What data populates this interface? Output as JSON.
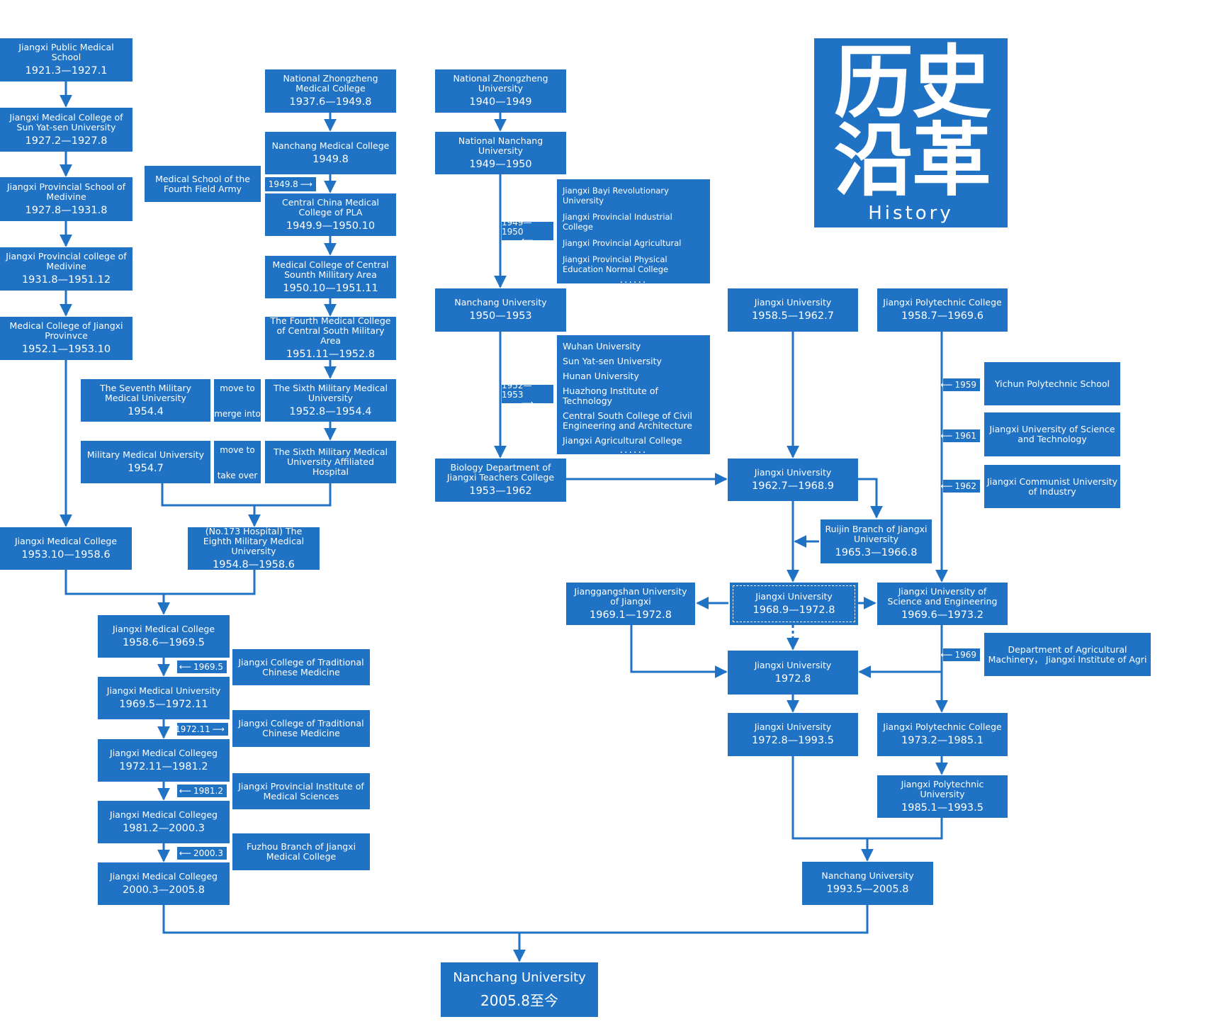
{
  "title": {
    "chinese": "历史\n沿革",
    "english": "History"
  },
  "colors": {
    "box": "#1f72c4",
    "line": "#1f72c4",
    "background": "#ffffff"
  },
  "boxes": {
    "jpms": {
      "name": "Jiangxi Public Medical School",
      "date": "1921.3—1927.1"
    },
    "jmcsy": {
      "name": "Jiangxi Medical College of Sun Yat-sen University",
      "date": "1927.2—1927.8"
    },
    "jpsm": {
      "name": "Jiangxi Provincial School of Medivine",
      "date": "1927.8—1931.8"
    },
    "jpcm": {
      "name": "Jiangxi Provincial college of Medivine",
      "date": "1931.8—1951.12"
    },
    "mcjp": {
      "name": "Medical College of Jiangxi Provinvce",
      "date": "1952.1—1953.10"
    },
    "jmc1": {
      "name": "Jiangxi Medical College",
      "date": "1953.10—1958.6"
    },
    "nzmc": {
      "name": "National Zhongzheng Medical College",
      "date": "1937.6—1949.8"
    },
    "nmc": {
      "name": "Nanchang Medical College",
      "date": "1949.8"
    },
    "msffa": {
      "name": "Medical School of the Fourth Field Army",
      "date": ""
    },
    "ccmc": {
      "name": "Central China Medical College of PLA",
      "date": "1949.9—1950.10"
    },
    "mccs": {
      "name": "Medical College of Central Sounth Millitary Area",
      "date": "1950.10—1951.11"
    },
    "fourth": {
      "name": "The Fourth Medical College of Central South Military Area",
      "date": "1951.11—1952.8"
    },
    "sixth": {
      "name": "The Sixth Military Medical University",
      "date": "1952.8—1954.4"
    },
    "seventh": {
      "name": "The Seventh Military Medical University",
      "date": "1954.4"
    },
    "mmu": {
      "name": "Military Medical University",
      "date": "1954.7"
    },
    "sixthhosp": {
      "name": "The Sixth Military Medical University Affiliated Hospital",
      "date": ""
    },
    "eighth": {
      "name": "(No.173 Hospital) The Eighth Military Medical University",
      "date": "1954.8—1958.6"
    },
    "jmc2": {
      "name": "Jiangxi Medical College",
      "date": "1958.6—1969.5"
    },
    "jmu": {
      "name": "Jiangxi Medical University",
      "date": "1969.5—1972.11"
    },
    "jmcg1": {
      "name": "Jiangxi Medical Collegeg",
      "date": "1972.11—1981.2"
    },
    "jmcg2": {
      "name": "Jiangxi Medical Collegeg",
      "date": "1981.2—2000.3"
    },
    "jmcg3": {
      "name": "Jiangxi Medical Collegeg",
      "date": "2000.3—2005.8"
    },
    "jctcm1": {
      "name": "Jiangxi College of  Traditional Chinese Medicine",
      "date": ""
    },
    "jctcm2": {
      "name": "Jiangxi College of  Traditional Chinese Medicine",
      "date": ""
    },
    "jpims": {
      "name": "Jiangxi Provincial Institute of Medical Sciences",
      "date": ""
    },
    "fuzhou": {
      "name": "Fuzhou Branch of Jiangxi Medical College",
      "date": ""
    },
    "nzu": {
      "name": "National Zhongzheng University",
      "date": "1940—1949"
    },
    "nnu": {
      "name": "National Nanchang University",
      "date": "1949—1950"
    },
    "ncu1": {
      "name": "Nanchang University",
      "date": "1950—1953"
    },
    "bio": {
      "name": "Biology Department of Jiangxi  Teachers College",
      "date": "1953—1962"
    },
    "ju1": {
      "name": "Jiangxi University",
      "date": "1958.5—1962.7"
    },
    "jpc1": {
      "name": "Jiangxi Polytechnic College",
      "date": "1958.7—1969.6"
    },
    "ju2": {
      "name": "Jiangxi University",
      "date": "1962.7—1968.9"
    },
    "ruijin": {
      "name": "Ruijin Branch of Jiangxi University",
      "date": "1965.3—1966.8"
    },
    "jgs": {
      "name": "Jianggangshan University of Jiangxi",
      "date": "1969.1—1972.8"
    },
    "ju3": {
      "name": "Jiangxi University",
      "date": "1968.9—1972.8"
    },
    "juse": {
      "name": "Jiangxi University of Science and Engineering",
      "date": "1969.6—1973.2"
    },
    "ju4": {
      "name": "Jiangxi University",
      "date": "1972.8"
    },
    "ju5": {
      "name": "Jiangxi University",
      "date": "1972.8—1993.5"
    },
    "jpc2": {
      "name": "Jiangxi Polytechnic College",
      "date": "1973.2—1985.1"
    },
    "jpu": {
      "name": "Jiangxi Polytechnic University",
      "date": "1985.1—1993.5"
    },
    "ncu2": {
      "name": "Nanchang University",
      "date": "1993.5—2005.8"
    },
    "yichun": {
      "name": "Yichun Polytechnic School",
      "date": ""
    },
    "just": {
      "name": "Jiangxi University of Science and Technology",
      "date": ""
    },
    "jcui": {
      "name": "Jiangxi Communist University  of Industry",
      "date": ""
    },
    "dam": {
      "name": "Department of Agricultural Machinery，  Jiangxi Institute of Agri",
      "date": ""
    },
    "final": {
      "name": "Nanchang University",
      "date": "2005.8至今"
    }
  },
  "lists": {
    "list1": [
      "Jiangxi Bayi Revolutionary University",
      "Jiangxi Provincial Industrial College",
      "Jiangxi Provincial Agricultural",
      "Jiangxi Provincial Physical Education Normal College",
      "······"
    ],
    "list2": [
      "Wuhan University",
      "Sun Yat-sen University",
      "Hunan University",
      "Huazhong Institute of Technology",
      "Central South College of Civil Engineering and Architecture",
      "Jiangxi Agricultural College",
      "······"
    ]
  },
  "labels": {
    "move_to_1": "move to",
    "merge_into": "merge into",
    "move_to_2": "move to",
    "take_over": "take over"
  },
  "tags": {
    "t1949_8": "1949.8",
    "t1949_1950": "1949—1950",
    "t1952_1953": "1952—1953",
    "t1969_5": "1969.5",
    "t1972_11": "1972.11",
    "t1981_2": "1981.2",
    "t2000_3": "2000.3",
    "t1959": "1959",
    "t1961": "1961",
    "t1962": "1962",
    "t1969": "1969"
  }
}
